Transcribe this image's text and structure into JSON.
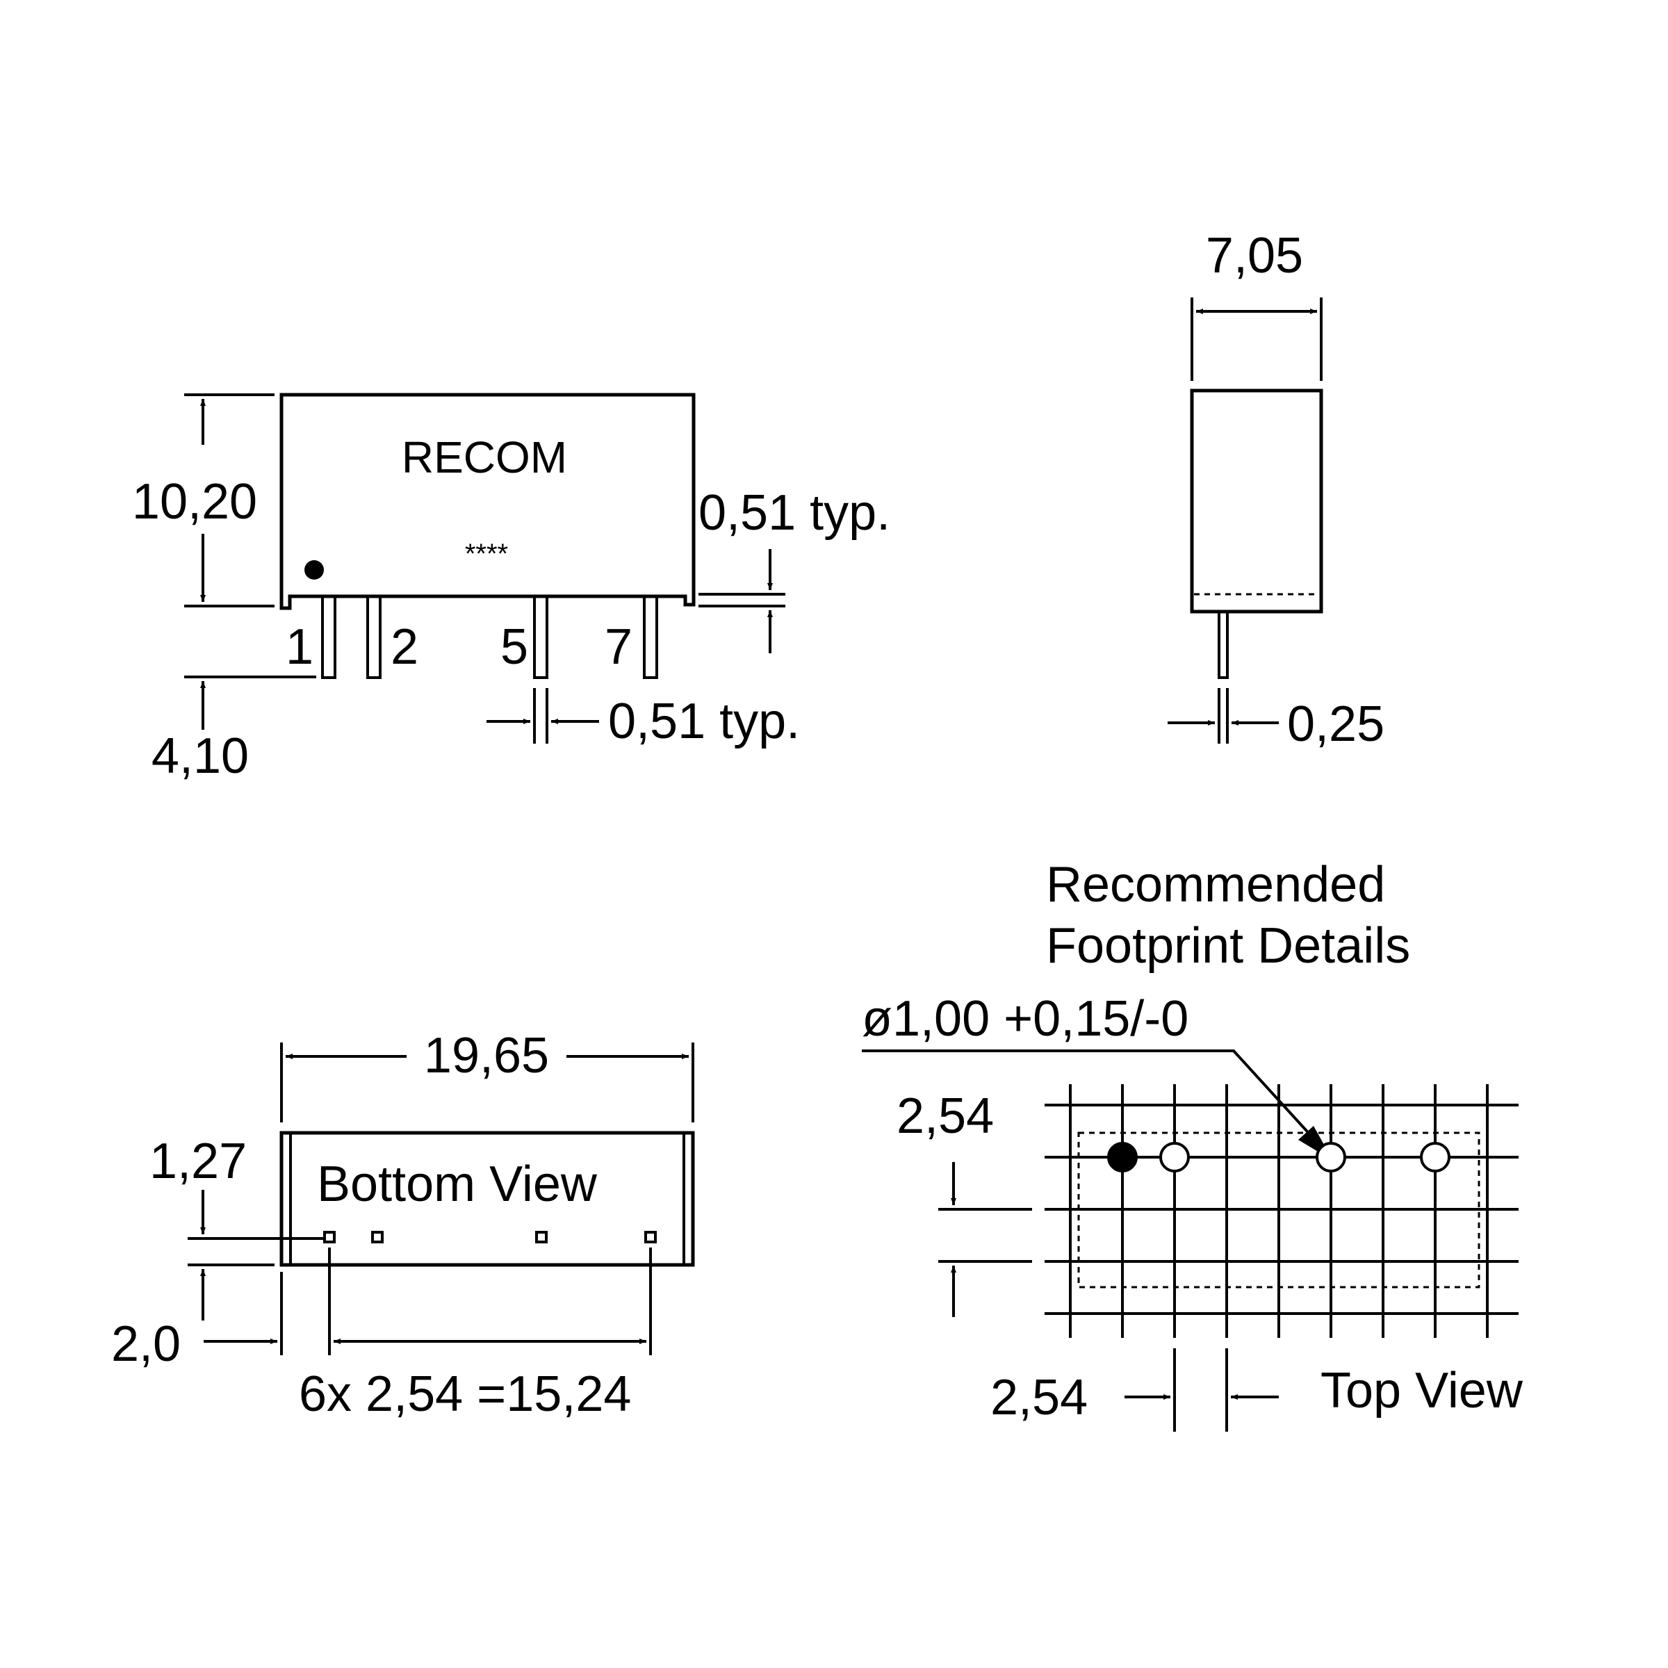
{
  "front_view": {
    "brand": "RECOM",
    "marking": "****",
    "height": "10,20",
    "pin_height": "4,10",
    "pin_offset": "0,51 typ.",
    "pin_width": "0,51 typ.",
    "pin_labels": [
      "1",
      "2",
      "5",
      "7"
    ]
  },
  "side_view": {
    "width": "7,05",
    "pin_thickness": "0,25"
  },
  "bottom_view": {
    "title": "Bottom View",
    "length": "19,65",
    "pin_row_offset": "1,27",
    "edge_offset": "2,0",
    "pitch_total": "6x 2,54 =15,24"
  },
  "footprint": {
    "title_line1": "Recommended",
    "title_line2": "Footprint Details",
    "hole_spec": "ø1,00 +0,15/-0",
    "grid_vertical": "2,54",
    "grid_horizontal": "2,54",
    "view_label": "Top View"
  }
}
